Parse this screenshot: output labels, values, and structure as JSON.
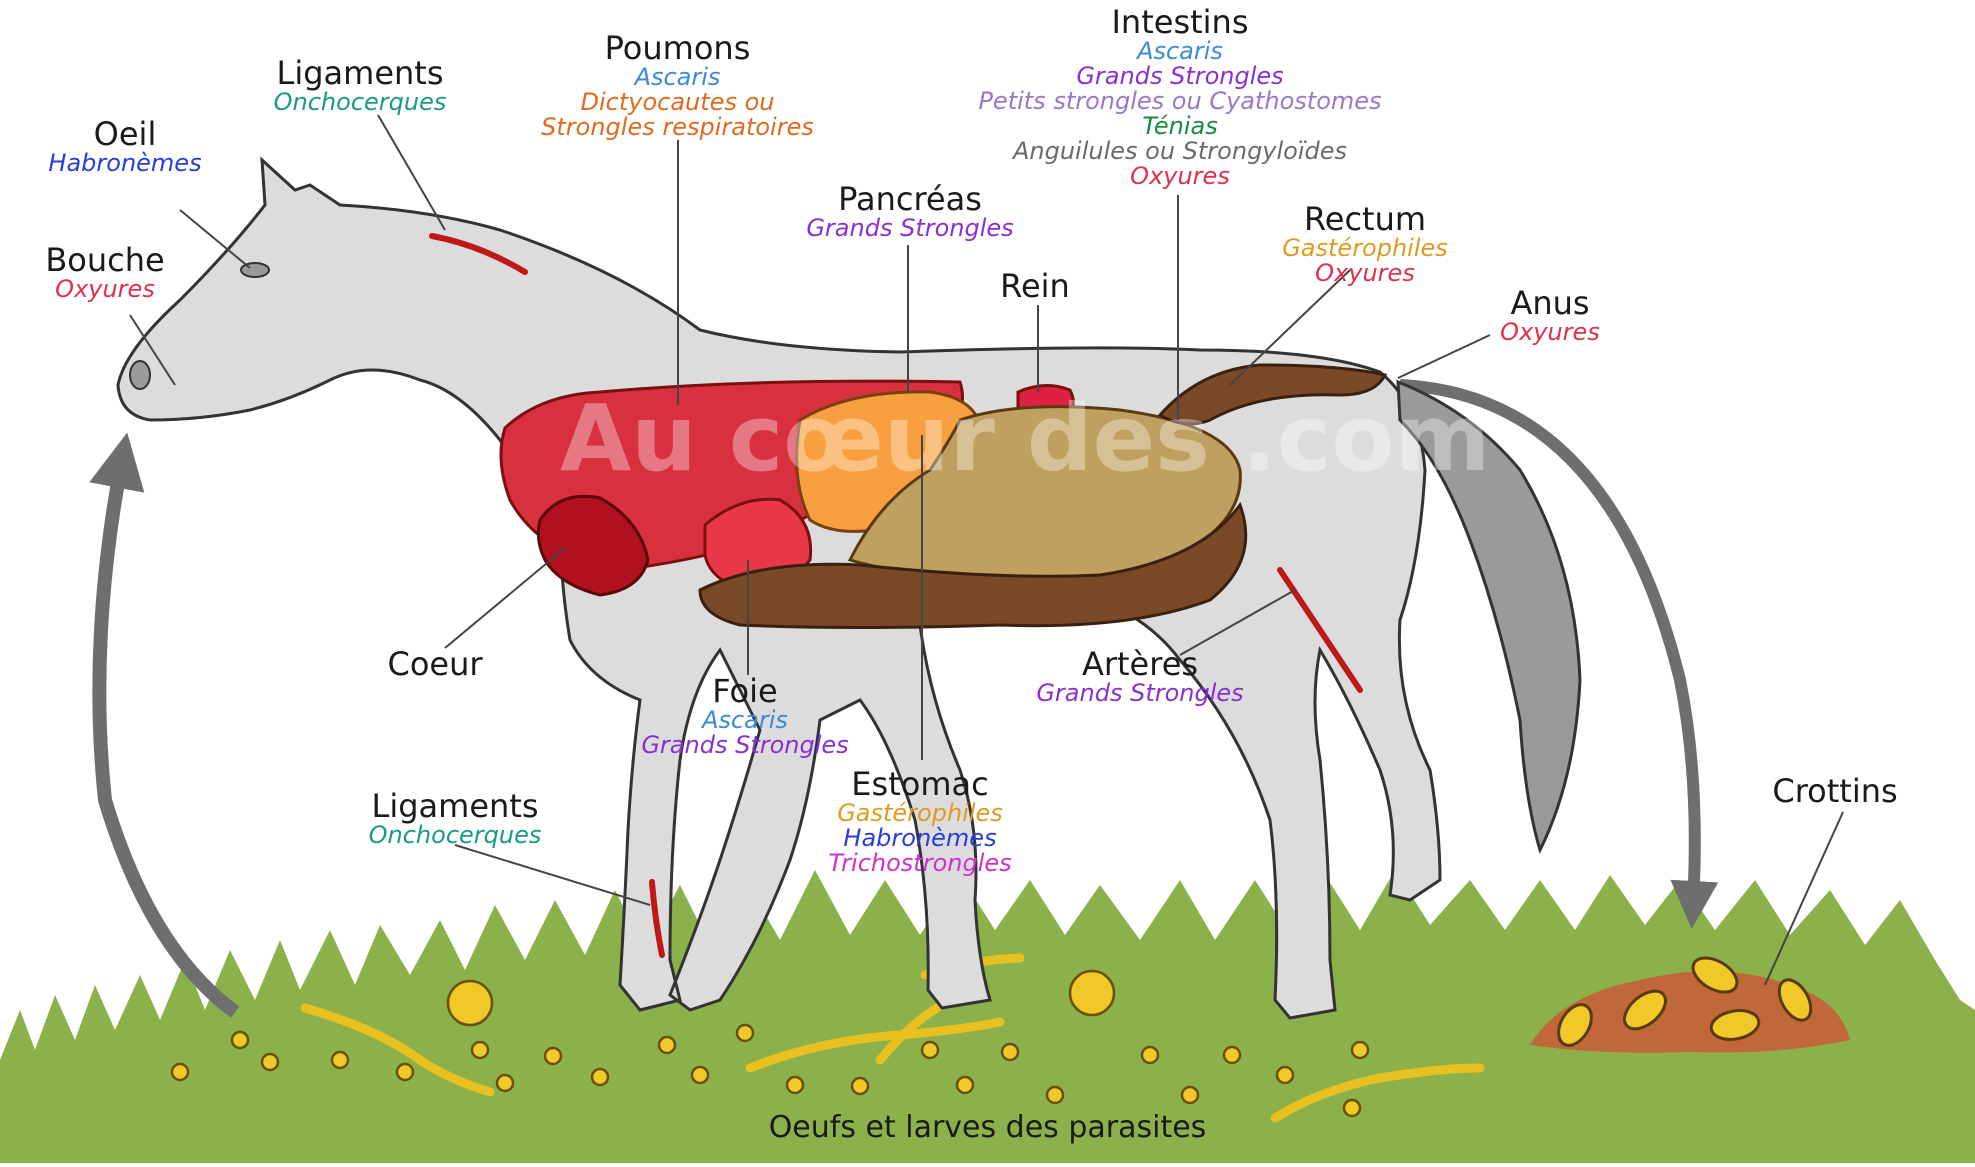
{
  "colors": {
    "oxyures": "#e0304e",
    "ascaris": "#3c8ad8",
    "grands_strongles": "#8a2fd0",
    "habronemes": "#2a3cd8",
    "onchocerques": "#1a9a80",
    "dictyocautes": "#e06a20",
    "petits_strongles": "#9a78c8",
    "tenias": "#1a8a40",
    "anguilules": "#6a6a6a",
    "gasterophiles": "#e09a20",
    "trichostrongles": "#d030d0",
    "horse_body": "#dcdcdc",
    "grass": "#8cb04a",
    "egg": "#f0c828",
    "arrow": "#707070"
  },
  "labels": {
    "oeil": {
      "title": "Oeil",
      "parasites": [
        {
          "name": "Habronèmes",
          "color_key": "habronemes"
        }
      ]
    },
    "bouche": {
      "title": "Bouche",
      "parasites": [
        {
          "name": "Oxyures",
          "color_key": "oxyures"
        }
      ]
    },
    "ligaments_top": {
      "title": "Ligaments",
      "parasites": [
        {
          "name": "Onchocerques",
          "color_key": "onchocerques"
        }
      ]
    },
    "poumons": {
      "title": "Poumons",
      "parasites": [
        {
          "name": "Ascaris",
          "color_key": "ascaris"
        },
        {
          "name": "Dictyocautes ou",
          "color_key": "dictyocautes"
        },
        {
          "name": "Strongles respiratoires",
          "color_key": "dictyocautes"
        }
      ]
    },
    "intestins": {
      "title": "Intestins",
      "parasites": [
        {
          "name": "Ascaris",
          "color_key": "ascaris"
        },
        {
          "name": "Grands Strongles",
          "color_key": "grands_strongles"
        },
        {
          "name": "Petits strongles ou Cyathostomes",
          "color_key": "petits_strongles"
        },
        {
          "name": "Ténias",
          "color_key": "tenias"
        },
        {
          "name": "Anguilules ou Strongyloïdes",
          "color_key": "anguilules"
        },
        {
          "name": "Oxyures",
          "color_key": "oxyures"
        }
      ]
    },
    "pancreas": {
      "title": "Pancréas",
      "parasites": [
        {
          "name": "Grands Strongles",
          "color_key": "grands_strongles"
        }
      ]
    },
    "rein": {
      "title": "Rein",
      "parasites": []
    },
    "rectum": {
      "title": "Rectum",
      "parasites": [
        {
          "name": "Gastérophiles",
          "color_key": "gasterophiles"
        },
        {
          "name": "Oxyures",
          "color_key": "oxyures"
        }
      ]
    },
    "anus": {
      "title": "Anus",
      "parasites": [
        {
          "name": "Oxyures",
          "color_key": "oxyures"
        }
      ]
    },
    "coeur": {
      "title": "Coeur",
      "parasites": []
    },
    "foie": {
      "title": "Foie",
      "parasites": [
        {
          "name": "Ascaris",
          "color_key": "ascaris"
        },
        {
          "name": "Grands Strongles",
          "color_key": "grands_strongles"
        }
      ]
    },
    "arteres": {
      "title": "Artères",
      "parasites": [
        {
          "name": "Grands Strongles",
          "color_key": "grands_strongles"
        }
      ]
    },
    "estomac": {
      "title": "Estomac",
      "parasites": [
        {
          "name": "Gastérophiles",
          "color_key": "gasterophiles"
        },
        {
          "name": "Habronèmes",
          "color_key": "habronemes"
        },
        {
          "name": "Trichostrongles",
          "color_key": "trichostrongles"
        }
      ]
    },
    "ligaments_bottom": {
      "title": "Ligaments",
      "parasites": [
        {
          "name": "Onchocerques",
          "color_key": "onchocerques"
        }
      ]
    },
    "crottins": {
      "title": "Crottins",
      "parasites": []
    }
  },
  "caption": "Oeufs et larves des parasites",
  "watermark": {
    "text": "Au cœur des .com"
  }
}
